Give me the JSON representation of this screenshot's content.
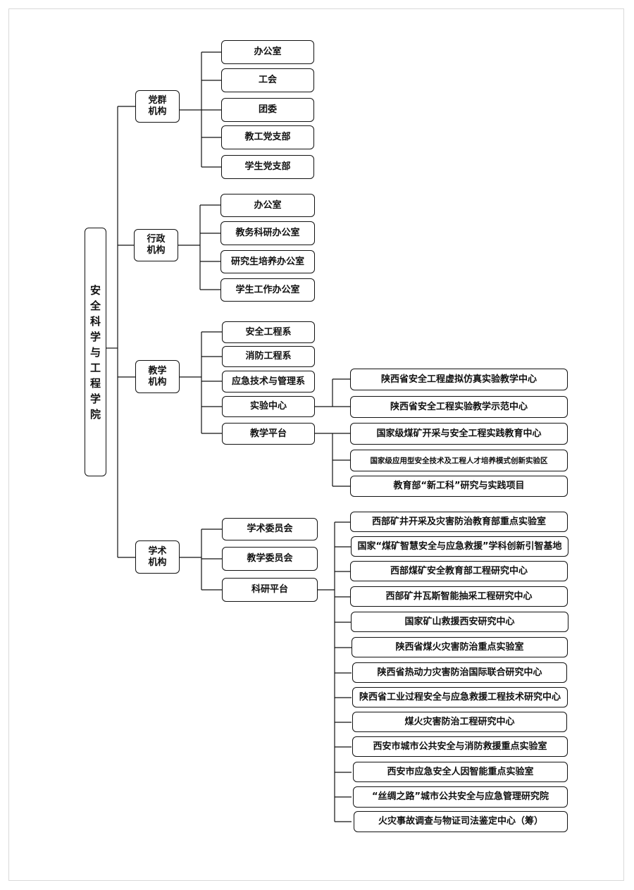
{
  "root": {
    "label": "安全科学与工程学院"
  },
  "categories": [
    {
      "label": "党群机构",
      "children": [
        {
          "label": "办公室"
        },
        {
          "label": "工会"
        },
        {
          "label": "团委"
        },
        {
          "label": "教工党支部"
        },
        {
          "label": "学生党支部"
        }
      ]
    },
    {
      "label": "行政机构",
      "children": [
        {
          "label": "办公室"
        },
        {
          "label": "教务科研办公室"
        },
        {
          "label": "研究生培养办公室"
        },
        {
          "label": "学生工作办公室"
        }
      ]
    },
    {
      "label": "教学机构",
      "children": [
        {
          "label": "安全工程系"
        },
        {
          "label": "消防工程系"
        },
        {
          "label": "应急技术与管理系"
        },
        {
          "label": "实验中心",
          "children": [
            {
              "label": "陕西省安全工程虚拟仿真实验教学中心"
            },
            {
              "label": "陕西省安全工程实验教学示范中心"
            }
          ]
        },
        {
          "label": "教学平台",
          "children": [
            {
              "label": "国家级煤矿开采与安全工程实践教育中心"
            },
            {
              "label": "国家级应用型安全技术及工程人才培养模式创新实验区"
            },
            {
              "label": "教育部“新工科”研究与实践项目"
            }
          ]
        }
      ]
    },
    {
      "label": "学术机构",
      "children": [
        {
          "label": "学术委员会"
        },
        {
          "label": "教学委员会"
        },
        {
          "label": "科研平台",
          "children": [
            {
              "label": "西部矿井开采及灾害防治教育部重点实验室"
            },
            {
              "label": "国家“煤矿智慧安全与应急救援”学科创新引智基地"
            },
            {
              "label": "西部煤矿安全教育部工程研究中心"
            },
            {
              "label": "西部矿井瓦斯智能抽采工程研究中心"
            },
            {
              "label": "国家矿山救援西安研究中心"
            },
            {
              "label": "陕西省煤火灾害防治重点实验室"
            },
            {
              "label": "陕西省热动力灾害防治国际联合研究中心"
            },
            {
              "label": "陕西省工业过程安全与应急救援工程技术研究中心"
            },
            {
              "label": "煤火灾害防治工程研究中心"
            },
            {
              "label": "西安市城市公共安全与消防救援重点实验室"
            },
            {
              "label": "西安市应急安全人因智能重点实验室"
            },
            {
              "label": "“丝绸之路”城市公共安全与应急管理研究院"
            },
            {
              "label": "火灾事故调查与物证司法鉴定中心（筹）"
            }
          ]
        }
      ]
    }
  ]
}
